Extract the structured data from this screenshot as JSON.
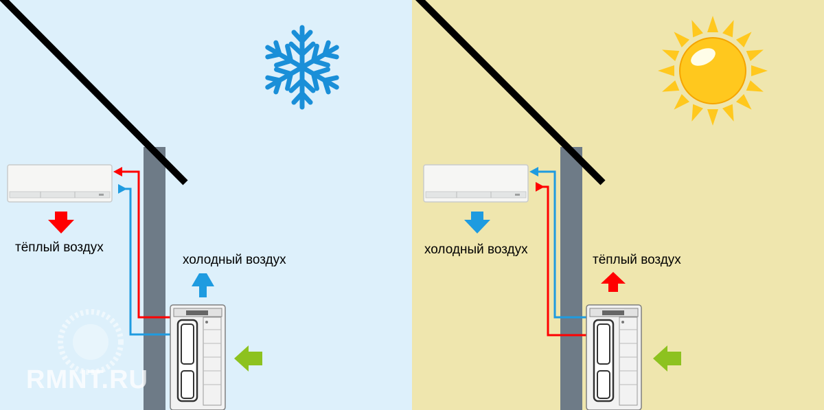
{
  "colors": {
    "winter_bg": "#DDF0FB",
    "summer_bg": "#EFE6AE",
    "roof": "#000000",
    "wall": "#6E7B87",
    "hot_line": "#FF0000",
    "cold_line": "#1E9BE0",
    "intake_arrow": "#8DC21F",
    "snowflake": "#1A8FD8",
    "sun": "#FFC81E"
  },
  "winter": {
    "indoor_label": "тёплый воздух",
    "outdoor_label": "холодный воздух",
    "weather_icon": "snowflake-icon"
  },
  "summer": {
    "indoor_label": "холодный воздух",
    "outdoor_label": "тёплый воздух",
    "weather_icon": "sun-icon"
  },
  "watermark": "RMNT.RU"
}
